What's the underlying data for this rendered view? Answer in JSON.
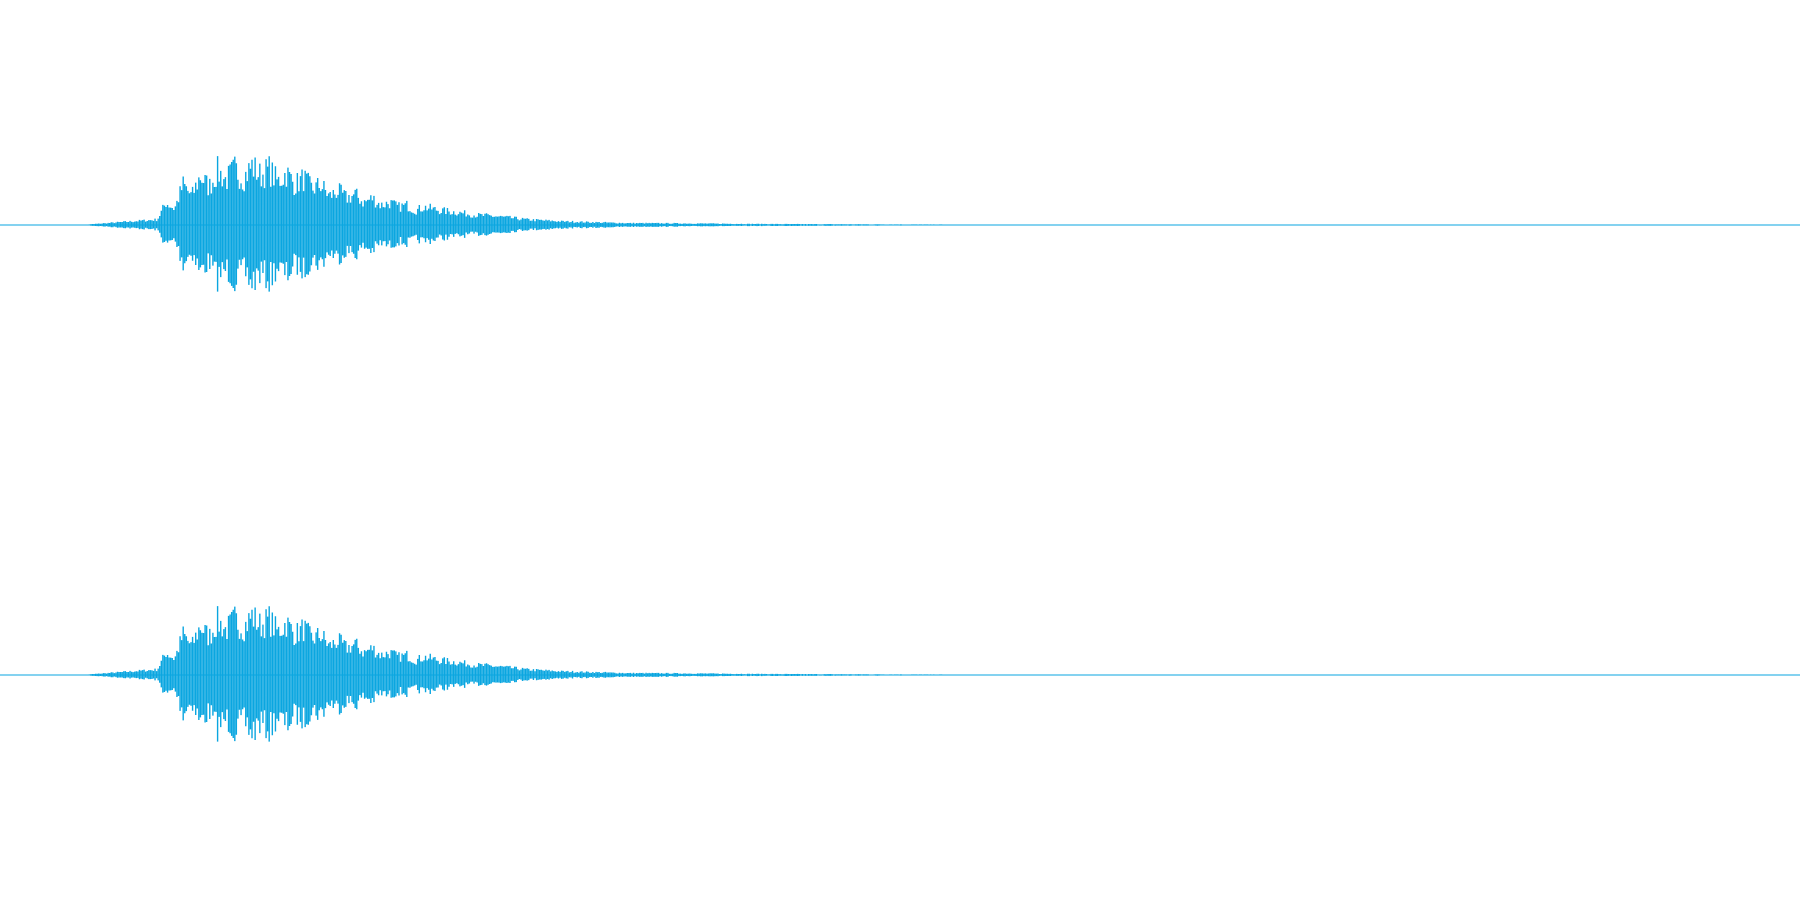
{
  "colors": {
    "waveform": "#0aa6e0",
    "background": "#ffffff"
  },
  "chart_data": {
    "type": "area",
    "description_free": true,
    "channels": 2,
    "x_range": [
      0,
      1
    ],
    "y_range": [
      -1,
      1
    ],
    "grid": false,
    "legend": "none",
    "envelope_shape": "decaying bursts",
    "envelope": {
      "x": [
        0.0,
        0.045,
        0.05,
        0.055,
        0.06,
        0.065,
        0.07,
        0.075,
        0.08,
        0.085,
        0.09,
        0.095,
        0.1,
        0.105,
        0.11,
        0.115,
        0.12,
        0.125,
        0.13,
        0.135,
        0.14,
        0.145,
        0.15,
        0.155,
        0.16,
        0.165,
        0.17,
        0.175,
        0.18,
        0.185,
        0.19,
        0.195,
        0.2,
        0.21,
        0.22,
        0.23,
        0.24,
        0.25,
        0.26,
        0.27,
        0.28,
        0.29,
        0.3,
        0.31,
        0.32,
        0.33,
        0.35,
        0.37,
        0.39,
        0.41,
        0.43,
        0.45,
        0.47,
        0.49,
        0.51,
        0.53,
        0.55,
        0.57,
        0.58,
        1.0
      ],
      "top": [
        0.0,
        0.06,
        0.25,
        0.18,
        0.45,
        0.32,
        0.55,
        0.42,
        0.6,
        0.5,
        0.62,
        0.52,
        0.66,
        0.55,
        0.62,
        0.48,
        0.58,
        0.45,
        0.52,
        0.4,
        0.45,
        0.32,
        0.38,
        0.3,
        0.34,
        0.25,
        0.3,
        0.22,
        0.25,
        0.2,
        0.22,
        0.16,
        0.2,
        0.16,
        0.14,
        0.11,
        0.1,
        0.08,
        0.06,
        0.05,
        0.04,
        0.035,
        0.03,
        0.025,
        0.02,
        0.02,
        0.018,
        0.015,
        0.012,
        0.01,
        0.009,
        0.008,
        0.007,
        0.006,
        0.005,
        0.004,
        0.003,
        0.002,
        0.001,
        0.0
      ],
      "bottom": [
        0.0,
        -0.05,
        -0.22,
        -0.16,
        -0.42,
        -0.3,
        -0.52,
        -0.4,
        -0.58,
        -0.48,
        -0.6,
        -0.5,
        -0.64,
        -0.52,
        -0.6,
        -0.46,
        -0.56,
        -0.43,
        -0.5,
        -0.38,
        -0.43,
        -0.3,
        -0.36,
        -0.28,
        -0.32,
        -0.24,
        -0.28,
        -0.2,
        -0.23,
        -0.18,
        -0.2,
        -0.15,
        -0.18,
        -0.14,
        -0.12,
        -0.1,
        -0.09,
        -0.07,
        -0.05,
        -0.045,
        -0.035,
        -0.03,
        -0.028,
        -0.022,
        -0.018,
        -0.018,
        -0.015,
        -0.012,
        -0.01,
        -0.009,
        -0.008,
        -0.007,
        -0.006,
        -0.005,
        -0.004,
        -0.003,
        -0.002,
        -0.002,
        -0.001,
        0.0
      ]
    }
  }
}
